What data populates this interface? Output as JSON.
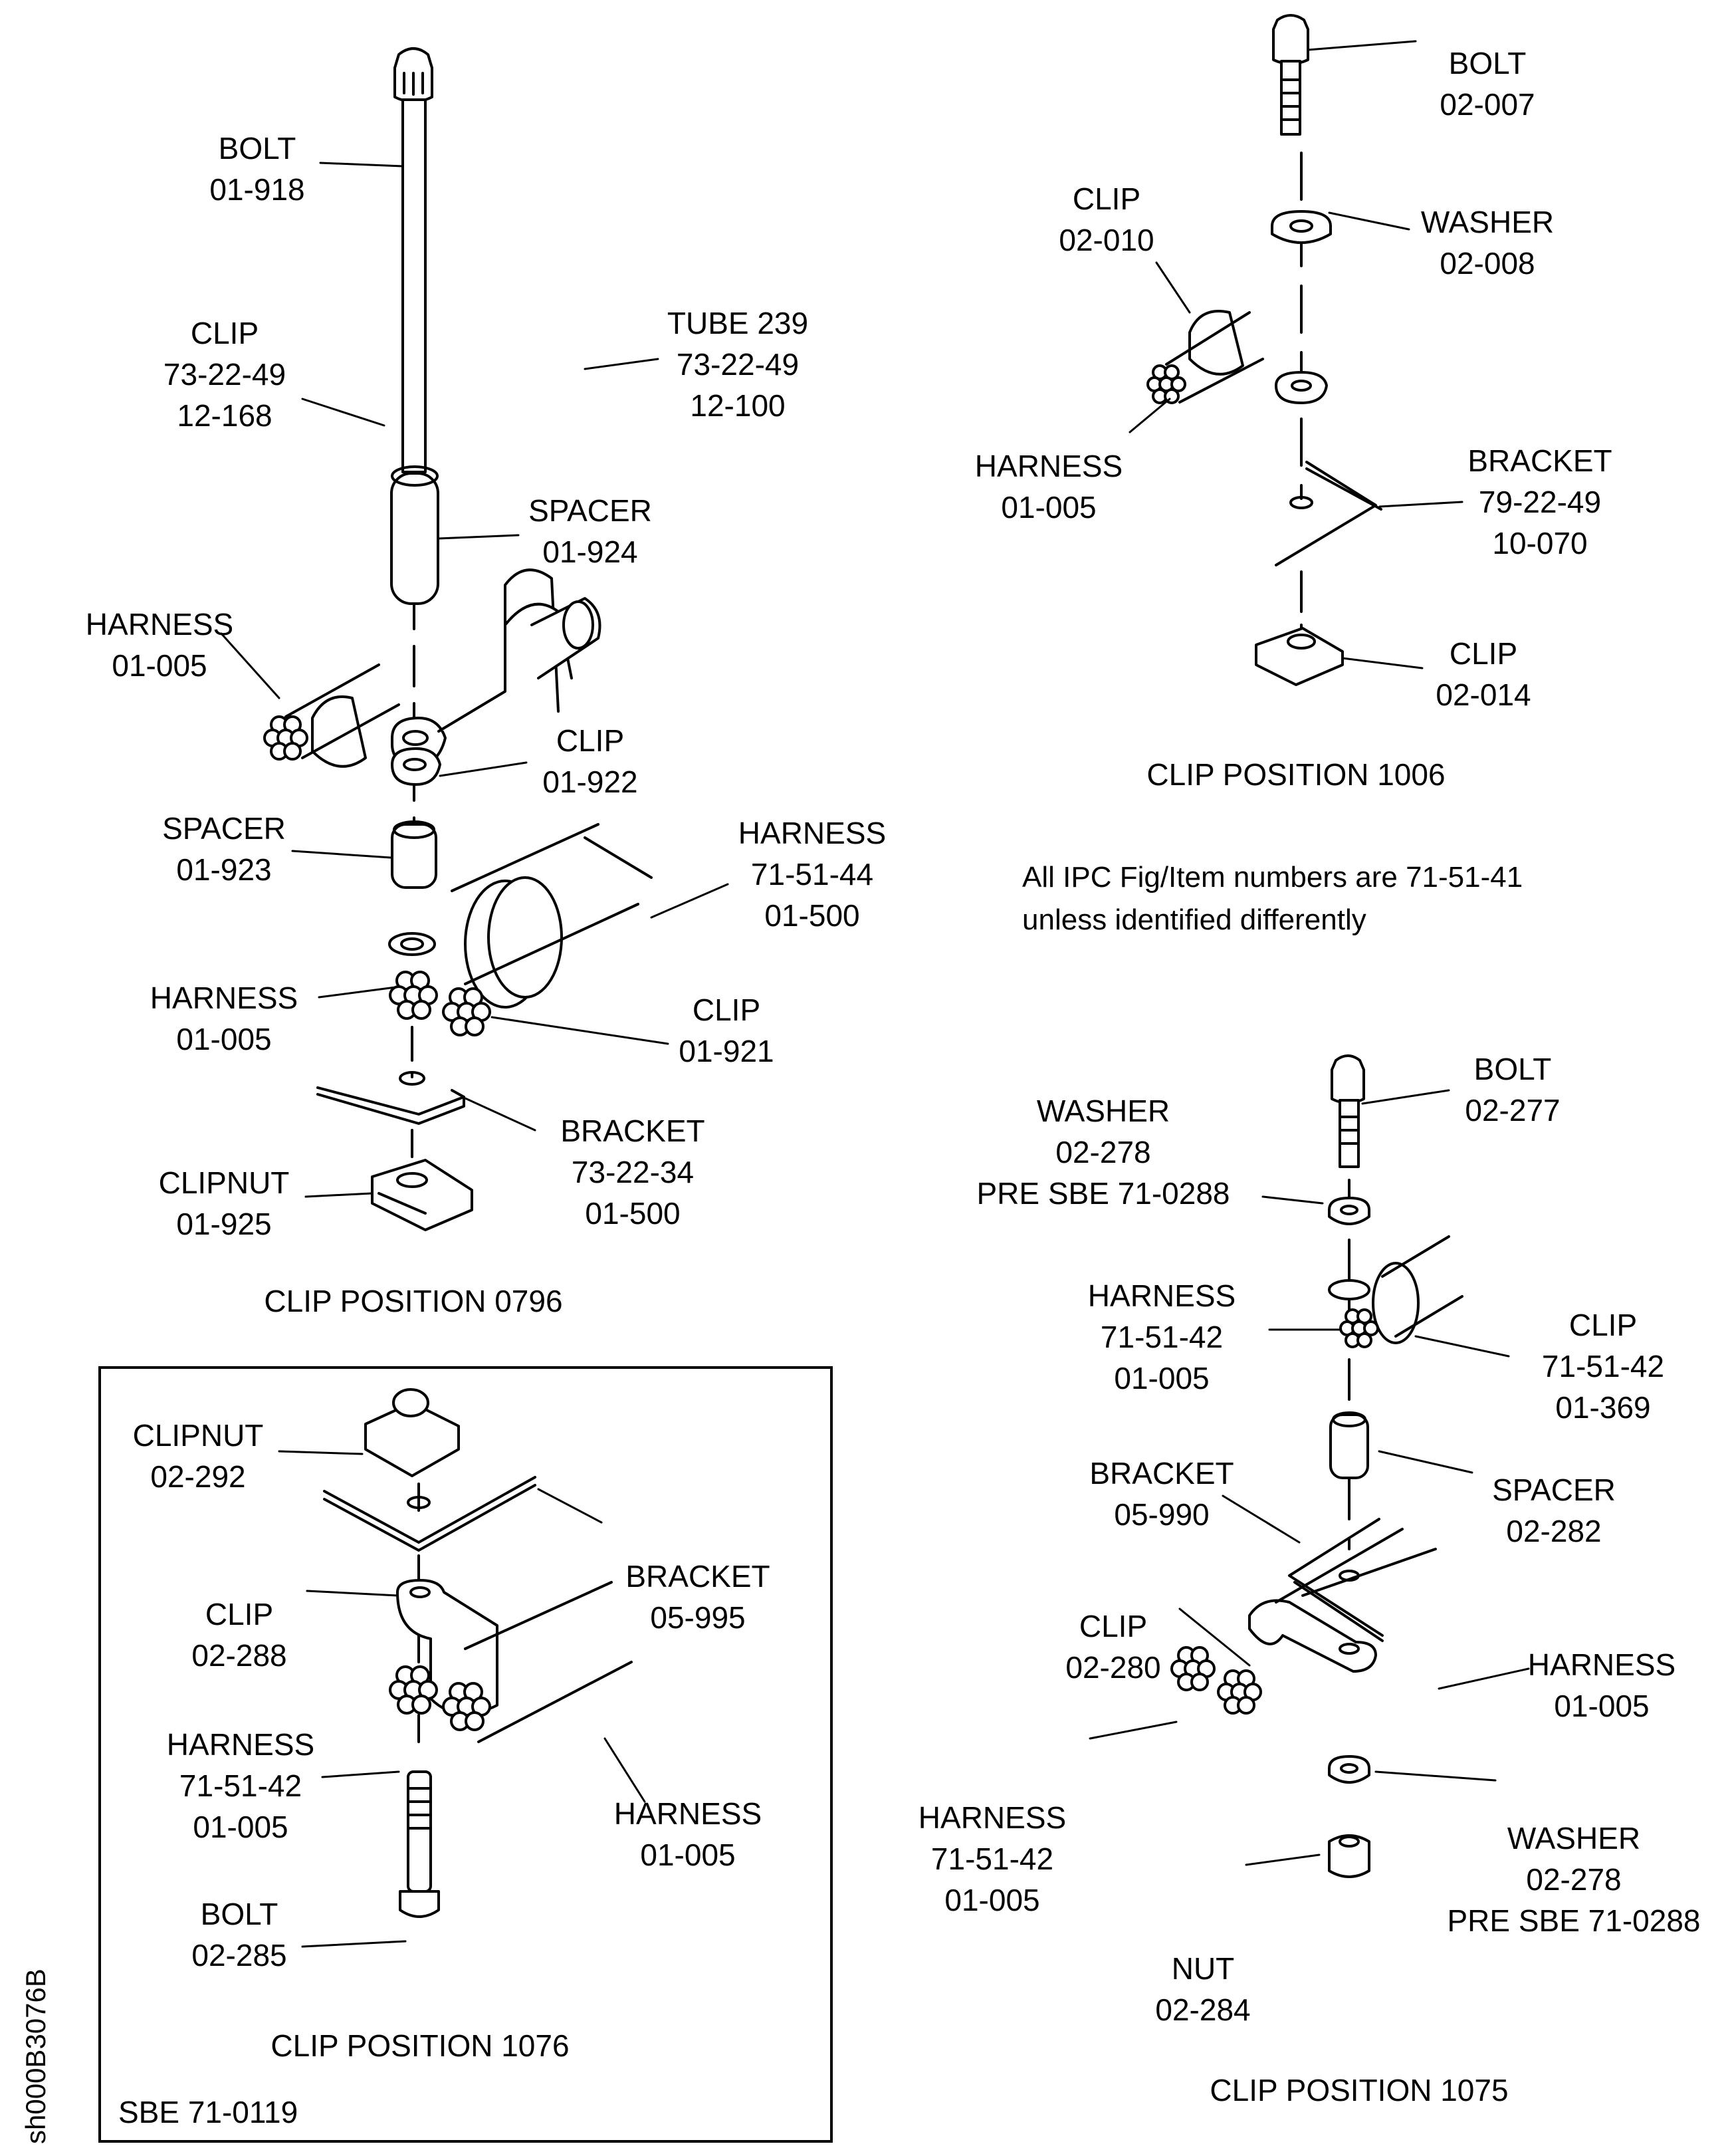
{
  "note": {
    "line1": "All IPC Fig/Item numbers are 71-51-41",
    "line2": "unless identified differently"
  },
  "drawing_id": "sh000B3076B",
  "positions": {
    "p0796": {
      "caption": "CLIP POSITION 0796",
      "parts": [
        {
          "name": "BOLT",
          "ref": [
            "01-918"
          ]
        },
        {
          "name": "CLIP",
          "ref": [
            "73-22-49",
            "12-168"
          ]
        },
        {
          "name": "TUBE 239",
          "ref": [
            "73-22-49",
            "12-100"
          ]
        },
        {
          "name": "SPACER",
          "ref": [
            "01-924"
          ]
        },
        {
          "name": "HARNESS",
          "ref": [
            "01-005"
          ]
        },
        {
          "name": "CLIP",
          "ref": [
            "01-922"
          ]
        },
        {
          "name": "SPACER",
          "ref": [
            "01-923"
          ]
        },
        {
          "name": "HARNESS",
          "ref": [
            "71-51-44",
            "01-500"
          ]
        },
        {
          "name": "HARNESS",
          "ref": [
            "01-005"
          ]
        },
        {
          "name": "CLIP",
          "ref": [
            "01-921"
          ]
        },
        {
          "name": "BRACKET",
          "ref": [
            "73-22-34",
            "01-500"
          ]
        },
        {
          "name": "CLIPNUT",
          "ref": [
            "01-925"
          ]
        }
      ]
    },
    "p1006": {
      "caption": "CLIP POSITION 1006",
      "parts": [
        {
          "name": "BOLT",
          "ref": [
            "02-007"
          ]
        },
        {
          "name": "CLIP",
          "ref": [
            "02-010"
          ]
        },
        {
          "name": "WASHER",
          "ref": [
            "02-008"
          ]
        },
        {
          "name": "HARNESS",
          "ref": [
            "01-005"
          ]
        },
        {
          "name": "BRACKET",
          "ref": [
            "79-22-49",
            "10-070"
          ]
        },
        {
          "name": "CLIP",
          "ref": [
            "02-014"
          ]
        }
      ]
    },
    "p1076": {
      "caption": "CLIP POSITION 1076",
      "box_label": "SBE 71-0119",
      "parts": [
        {
          "name": "CLIPNUT",
          "ref": [
            "02-292"
          ]
        },
        {
          "name": "BRACKET",
          "ref": [
            "05-995"
          ]
        },
        {
          "name": "CLIP",
          "ref": [
            "02-288"
          ]
        },
        {
          "name": "HARNESS",
          "ref": [
            "71-51-42",
            "01-005"
          ]
        },
        {
          "name": "HARNESS",
          "ref": [
            "01-005"
          ]
        },
        {
          "name": "BOLT",
          "ref": [
            "02-285"
          ]
        }
      ]
    },
    "p1075": {
      "caption": "CLIP POSITION 1075",
      "parts": [
        {
          "name": "BOLT",
          "ref": [
            "02-277"
          ]
        },
        {
          "name": "WASHER",
          "ref": [
            "02-278",
            "PRE SBE 71-0288"
          ]
        },
        {
          "name": "HARNESS",
          "ref": [
            "71-51-42",
            "01-005"
          ]
        },
        {
          "name": "CLIP",
          "ref": [
            "71-51-42",
            "01-369"
          ]
        },
        {
          "name": "BRACKET",
          "ref": [
            "05-990"
          ]
        },
        {
          "name": "SPACER",
          "ref": [
            "02-282"
          ]
        },
        {
          "name": "CLIP",
          "ref": [
            "02-280"
          ]
        },
        {
          "name": "HARNESS",
          "ref": [
            "01-005"
          ]
        },
        {
          "name": "HARNESS",
          "ref": [
            "71-51-42",
            "01-005"
          ]
        },
        {
          "name": "WASHER",
          "ref": [
            "02-278",
            "PRE SBE 71-0288"
          ]
        },
        {
          "name": "NUT",
          "ref": [
            "02-284"
          ]
        }
      ]
    }
  }
}
